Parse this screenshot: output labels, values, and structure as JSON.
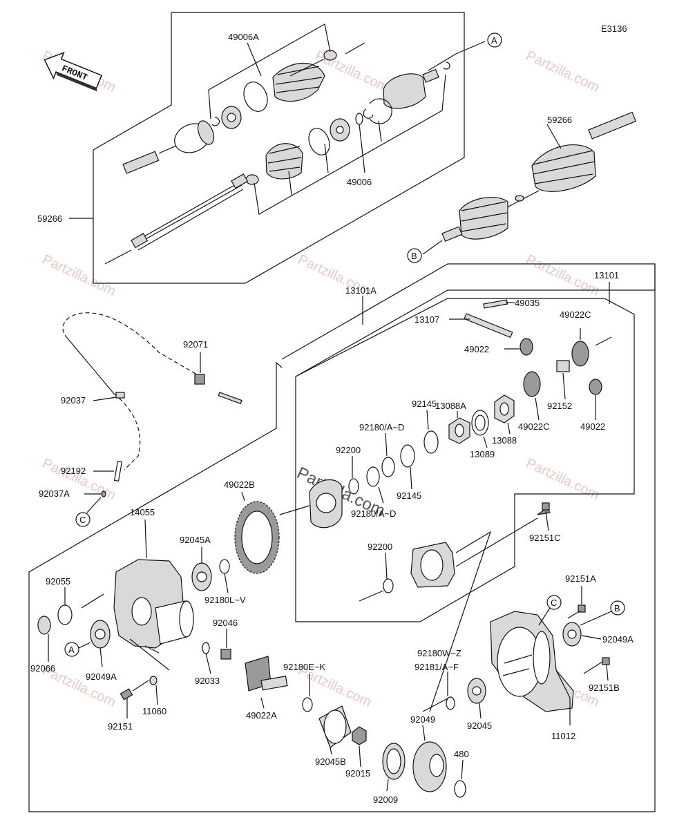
{
  "diagram_code": "E3136",
  "front_label": "FRONT",
  "watermark": "Partzilla.com",
  "callouts": [
    "A",
    "B",
    "C"
  ],
  "labels": {
    "l_49006A": "49006A",
    "l_49006": "49006",
    "l_59266_left": "59266",
    "l_59266_right": "59266",
    "l_13101A": "13101A",
    "l_13101": "13101",
    "l_49035": "49035",
    "l_13107": "13107",
    "l_49022C_top": "49022C",
    "l_49022_top": "49022",
    "l_92071": "92071",
    "l_92037": "92037",
    "l_92192": "92192",
    "l_92037A": "92037A",
    "l_13088A": "13088A",
    "l_92145_top": "92145",
    "l_92180AD_top": "92180/A~D",
    "l_92200_top": "92200",
    "l_13088": "13088",
    "l_13089": "13089",
    "l_49022C_bottom": "49022C",
    "l_92152": "92152",
    "l_49022_bottom": "49022",
    "l_92145_bottom": "92145",
    "l_92180AD_bottom": "92180/A~D",
    "l_49022B": "49022B",
    "l_14055": "14055",
    "l_92045A": "92045A",
    "l_92055": "92055",
    "l_92180LV": "92180L~V",
    "l_92200_mid": "92200",
    "l_92151C": "92151C",
    "l_92151A": "92151A",
    "l_92049A_right": "92049A",
    "l_92046": "92046",
    "l_92066": "92066",
    "l_92049A_left": "92049A",
    "l_92033": "92033",
    "l_92180WZ": "92180W~Z",
    "l_92181AF": "92181/A~F",
    "l_92151B": "92151B",
    "l_92180EK": "92180E~K",
    "l_11060": "11060",
    "l_92151": "92151",
    "l_49022A": "49022A",
    "l_92045": "92045",
    "l_11012": "11012",
    "l_92045B": "92045B",
    "l_92015": "92015",
    "l_92049": "92049",
    "l_480": "480",
    "l_92009": "92009"
  }
}
